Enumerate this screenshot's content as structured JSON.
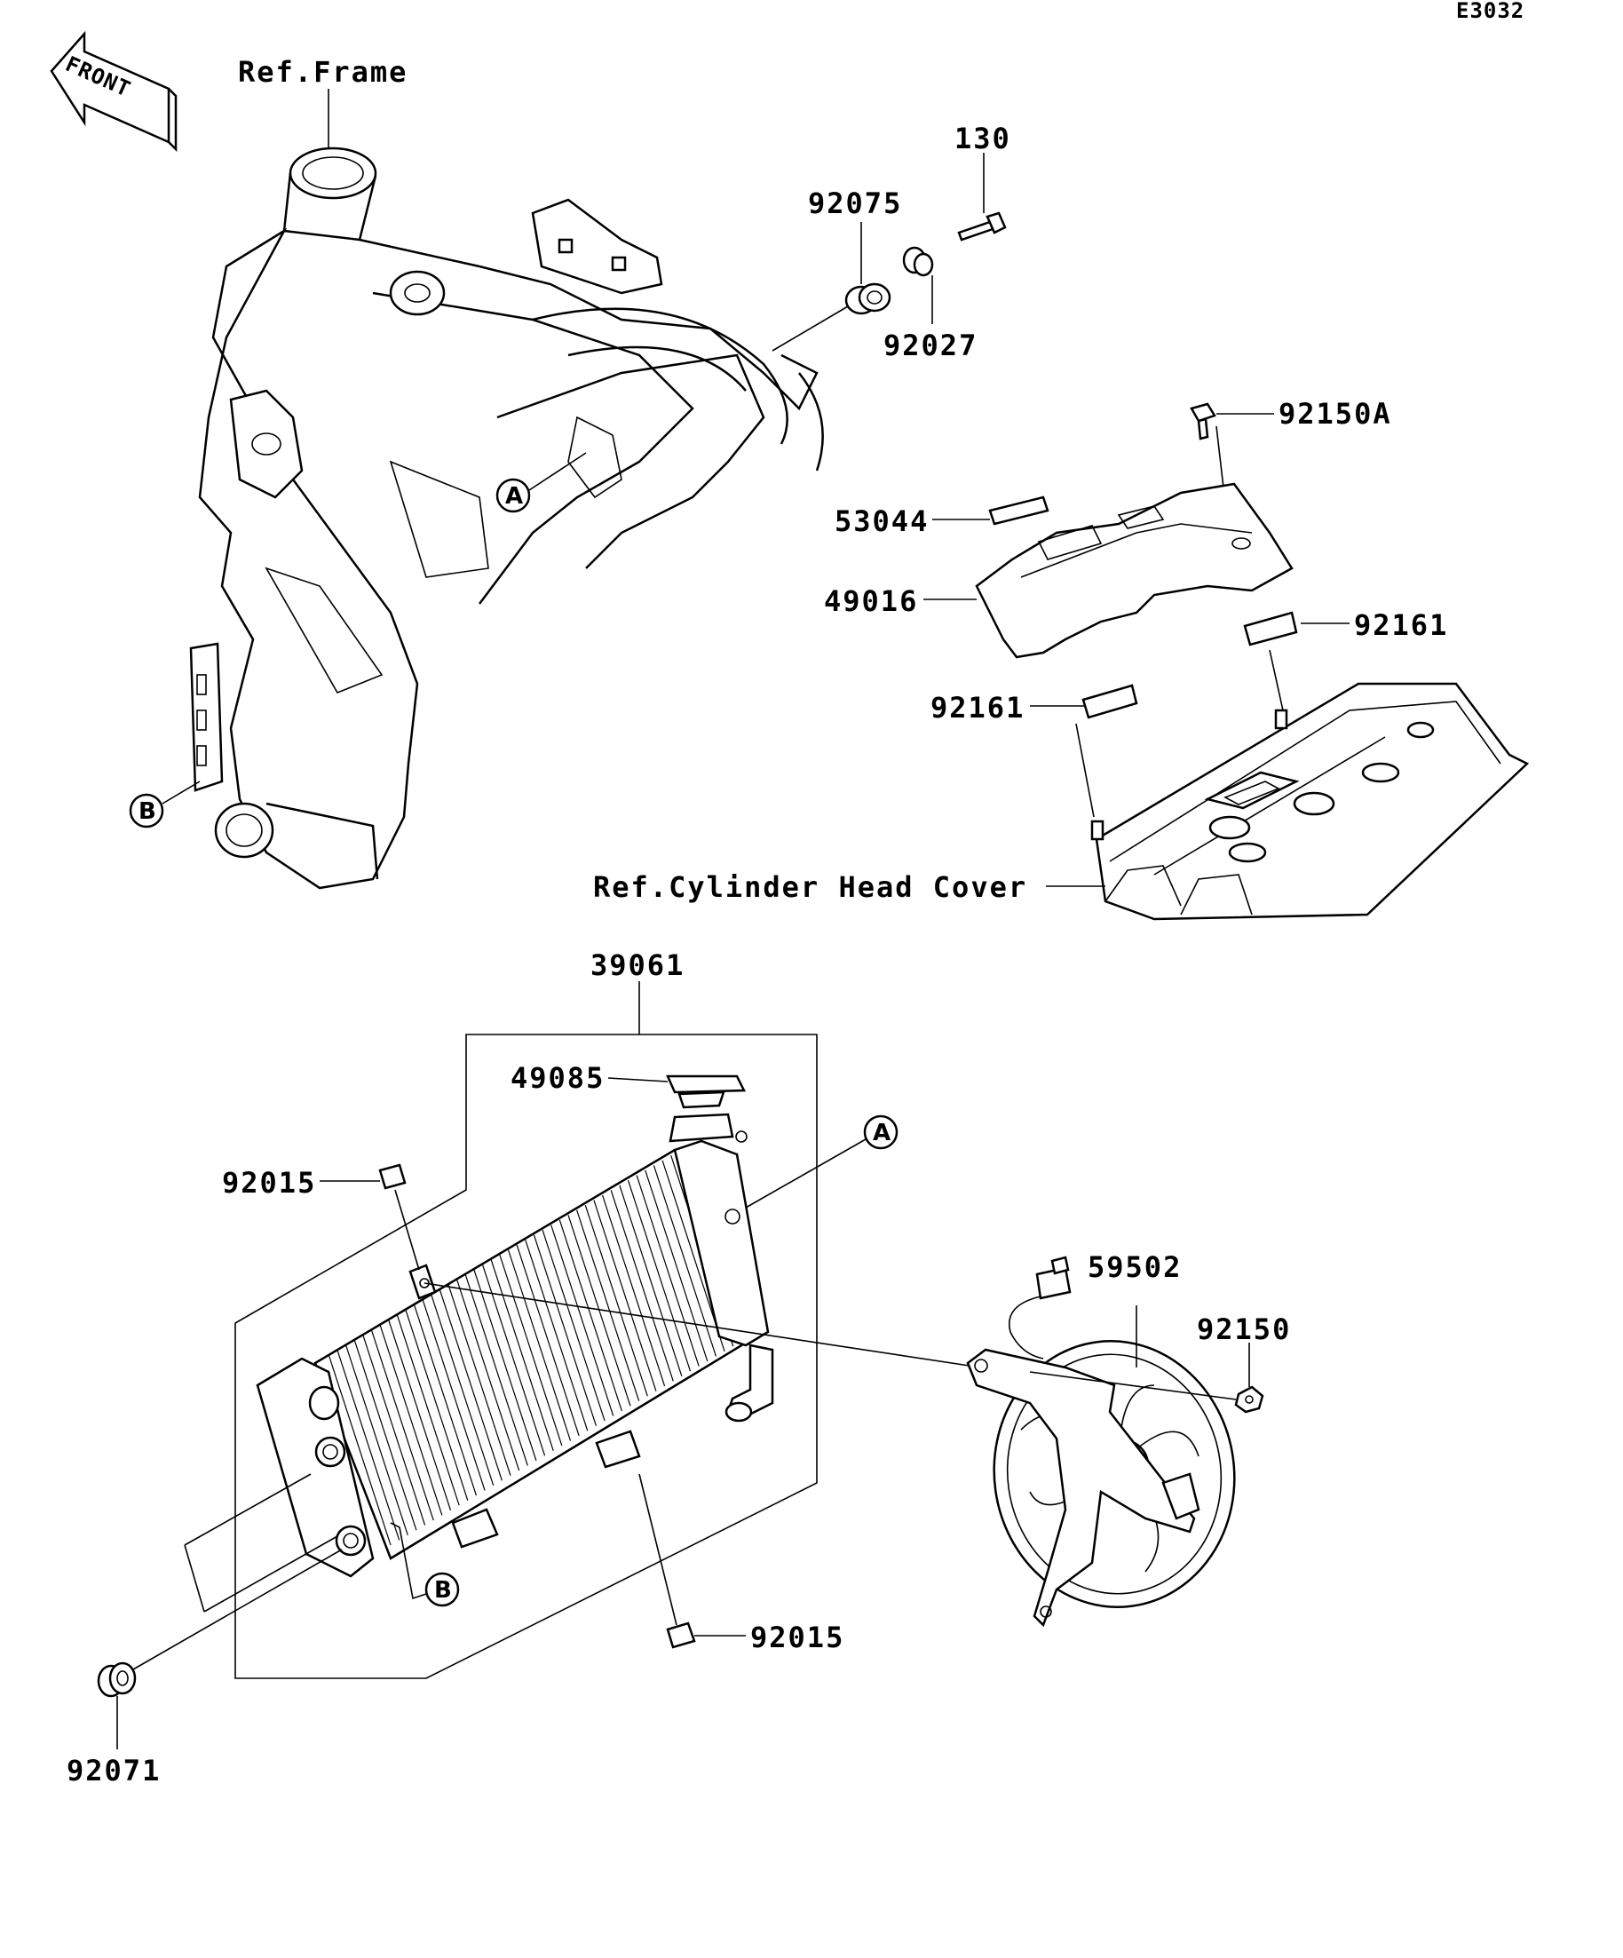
{
  "diagram_code": "E3032",
  "front_arrow": {
    "label": "FRONT",
    "icon": "front-arrow-icon"
  },
  "refs": {
    "frame": "Ref.Frame",
    "cylinder_head_cover": "Ref.Cylinder Head Cover"
  },
  "markers": {
    "a": "A",
    "b": "B"
  },
  "parts": {
    "p130": "130",
    "p92075": "92075",
    "p92027": "92027",
    "p92150a": "92150A",
    "p53044": "53044",
    "p49016": "49016",
    "p92161_right": "92161",
    "p92161_left": "92161",
    "p39061": "39061",
    "p49085": "49085",
    "p92015_top": "92015",
    "p92015_bottom": "92015",
    "p59502": "59502",
    "p92150": "92150",
    "p92071": "92071"
  }
}
